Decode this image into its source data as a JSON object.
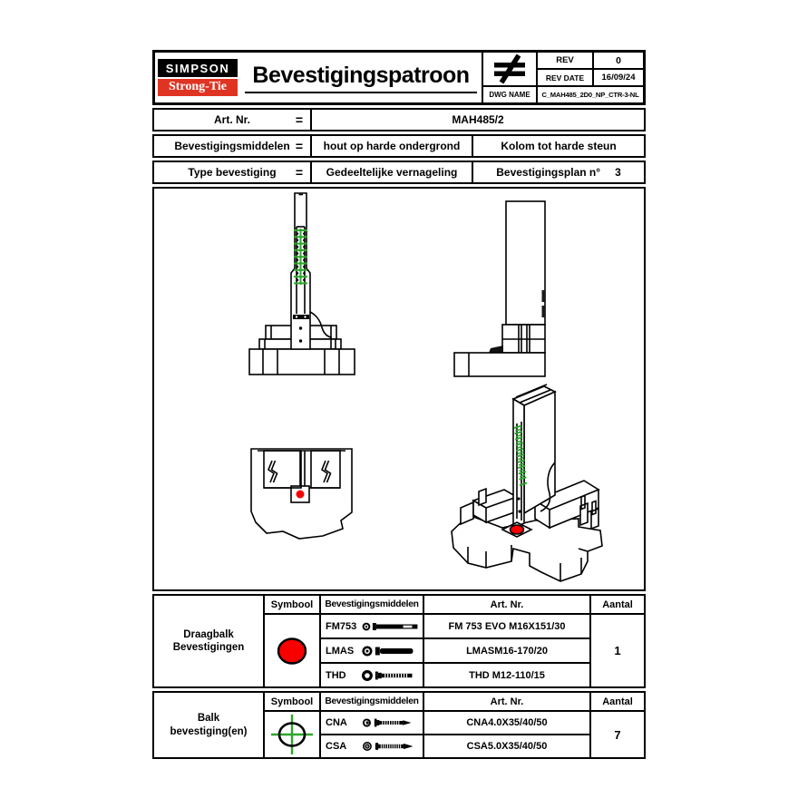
{
  "header": {
    "logo_top": "SIMPSON",
    "logo_bottom": "Strong-Tie",
    "title": "Bevestigingspatroon",
    "rev_label": "REV",
    "rev_value": "0",
    "rev_date_label": "REV DATE",
    "rev_date_value": "16/09/24",
    "dwg_name_label": "DWG NAME",
    "dwg_name_value": "C_MAH485_2D0_NP_CTR-3-NL"
  },
  "info": {
    "rows": [
      {
        "label": "Art. Nr.",
        "eq": "=",
        "value": "MAH485/2"
      },
      {
        "label": "Bevestigingsmiddelen",
        "eq": "=",
        "value_left": "hout op harde ondergrond",
        "value_right": "Kolom tot harde steun"
      },
      {
        "label": "Type bevestiging",
        "eq": "=",
        "value_left": "Gedeeltelijke vernageling",
        "value_right": "Bevestigingsplan n°",
        "plan_number": "3"
      }
    ]
  },
  "fastener_tables": [
    {
      "group_line1": "Draagbalk",
      "group_line2": "Bevestigingen",
      "headers": [
        "Symbool",
        "Bevestigingsmiddelen",
        "Art. Nr.",
        "Aantal"
      ],
      "symbol": "red-circle",
      "rows": [
        {
          "code": "FM753",
          "art": "FM 753 EVO M16X151/30"
        },
        {
          "code": "LMAS",
          "art": "LMASM16-170/20"
        },
        {
          "code": "THD",
          "art": "THD M12-110/15"
        }
      ],
      "aantal": "1"
    },
    {
      "group_line1": "Balk",
      "group_line2": "bevestiging(en)",
      "headers": [
        "Symbool",
        "Bevestigingsmiddelen",
        "Art. Nr.",
        "Aantal"
      ],
      "symbol": "green-crosshair",
      "rows": [
        {
          "code": "CNA",
          "art": "CNA4.0X35/40/50"
        },
        {
          "code": "CSA",
          "art": "CSA5.0X35/40/50"
        }
      ],
      "aantal": "7"
    }
  ],
  "colors": {
    "logo_red": "#e03422",
    "symbol_red": "#f80000",
    "marker_green": "#2ea52e",
    "cell_gray": "#9c9c9c"
  }
}
